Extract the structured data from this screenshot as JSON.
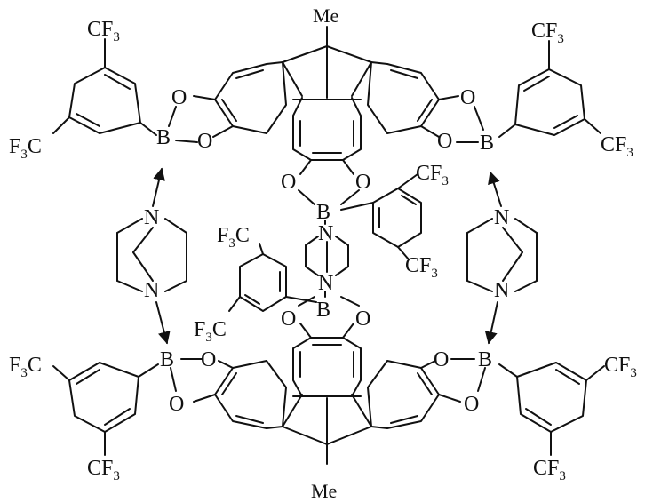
{
  "atoms": {
    "boron": "B",
    "oxygen": "O",
    "nitrogen": "N",
    "cf3": "CF",
    "cf3_sub": "3",
    "f3c": "F",
    "f3c_sub": "3",
    "f3c_tail": "C",
    "methyl": "Me"
  },
  "colors": {
    "ink": "#111111",
    "background": "#ffffff"
  }
}
